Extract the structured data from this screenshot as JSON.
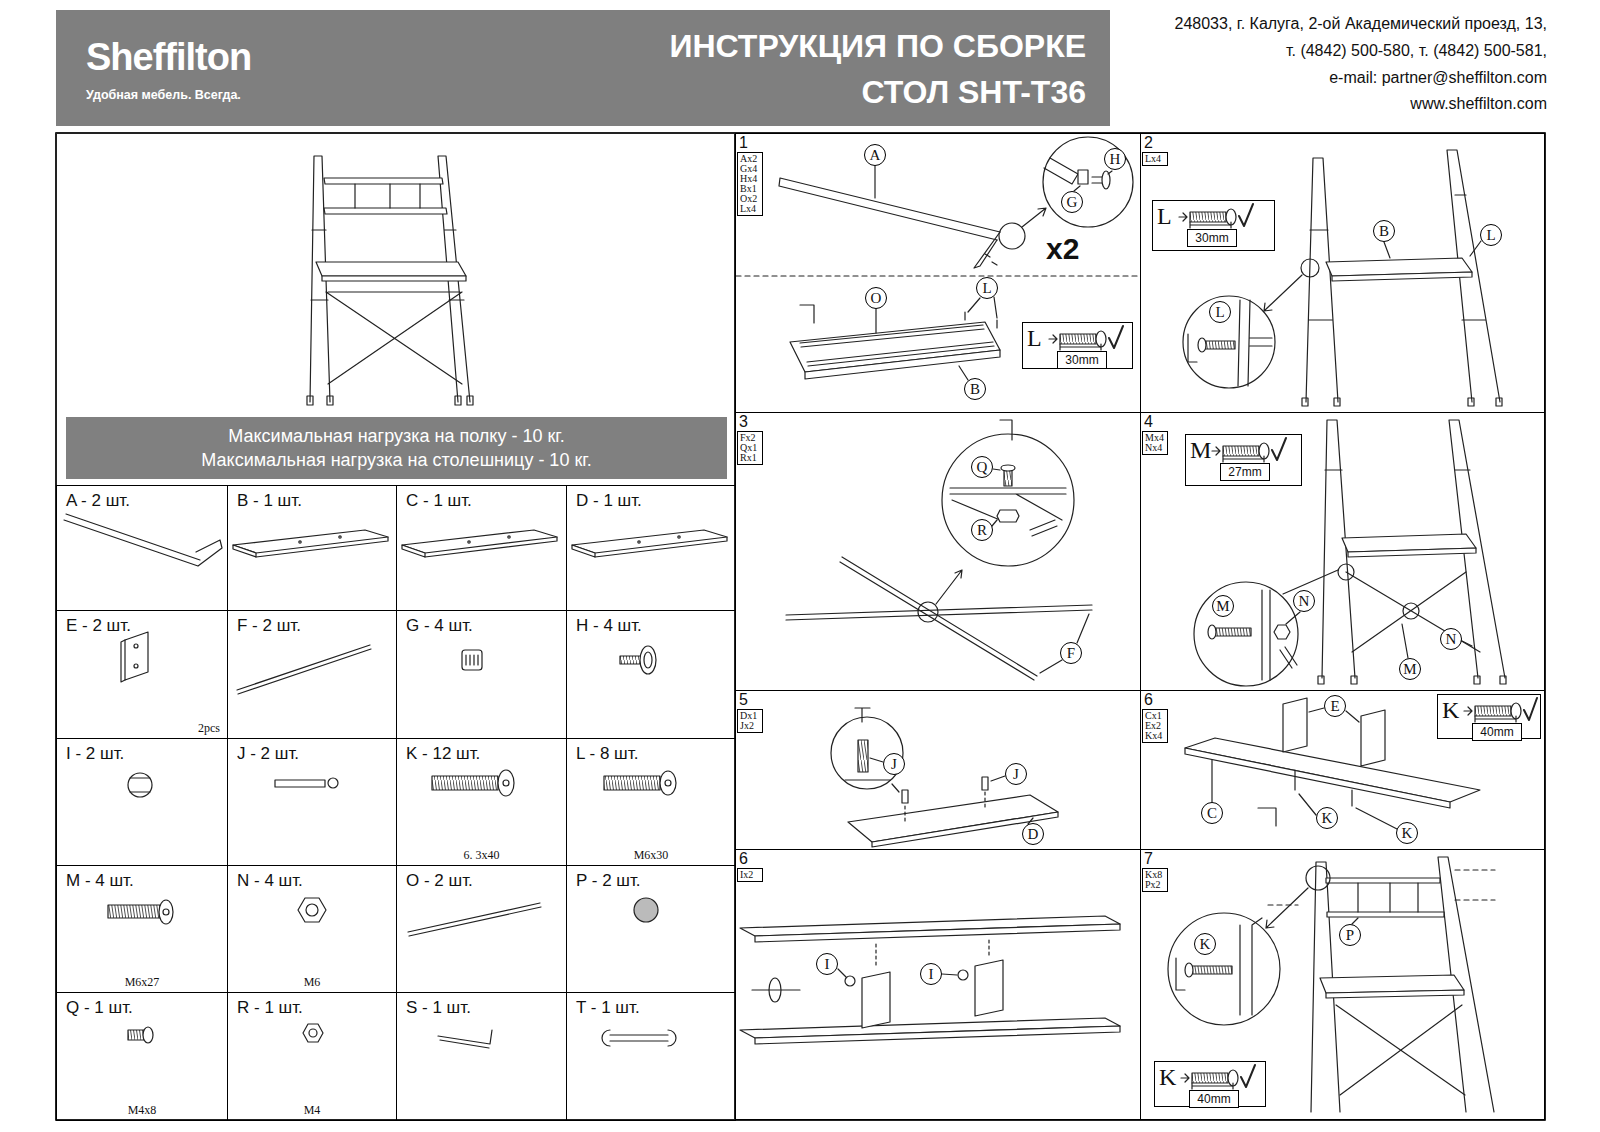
{
  "diagram": {
    "title": "ИНСТРУКЦИЯ ПО СБОРКЕ СТОЛ SHT-T36",
    "nodes": [
      {
        "text": [
          "Sheffilton",
          "Удобная мебель. Всегда."
        ]
      },
      {
        "text": [
          "Максимальная нагрузка на полку - 10 кг. Максимальная нагрузка на столешницу - 10 кг."
        ]
      },
      {
        "text": [
          "A - 2 шт."
        ]
      },
      {
        "text": [
          "B - 1 шт."
        ]
      },
      {
        "text": [
          "C - 1 шт."
        ]
      },
      {
        "text": [
          "D - 1 шт."
        ]
      },
      {
        "text": [
          "E - 2 шт.",
          "2pcs"
        ]
      },
      {
        "text": [
          "F - 2 шт."
        ]
      },
      {
        "text": [
          "G - 4 шт."
        ]
      },
      {
        "text": [
          "H - 4 шт."
        ]
      },
      {
        "text": [
          "I - 2 шт."
        ]
      },
      {
        "text": [
          "J - 2 шт."
        ]
      },
      {
        "text": [
          "K - 12 шт.",
          "6. 3x40"
        ]
      },
      {
        "text": [
          "L - 8 шт.",
          "M6x30"
        ]
      },
      {
        "text": [
          "M - 4 шт.",
          "M6x27"
        ]
      },
      {
        "text": [
          "N - 4 шт.",
          "M6"
        ]
      },
      {
        "text": [
          "O - 2 шт."
        ]
      },
      {
        "text": [
          "P - 2 шт."
        ]
      },
      {
        "text": [
          "Q - 1 шт.",
          "M4x8"
        ]
      },
      {
        "text": [
          "R - 1 шт.",
          "M4"
        ]
      },
      {
        "text": [
          "S - 1 шт."
        ]
      },
      {
        "text": [
          "T - 1 шт."
        ]
      },
      {
        "text": [
          "1",
          "Ax2 Gx4 Hx4 Bx1 Ox2 Lx4"
        ]
      },
      {
        "text": [
          "A"
        ],
        "in": 22
      },
      {
        "text": [
          "H"
        ],
        "in": 22
      },
      {
        "text": [
          "G"
        ],
        "in": 22
      },
      {
        "text": [
          "O"
        ],
        "in": 22
      },
      {
        "text": [
          "L"
        ],
        "in": 22
      },
      {
        "text": [
          "B"
        ],
        "in": 22
      },
      {
        "text": [
          "L",
          "30mm"
        ],
        "in": 22
      },
      {
        "text": [
          "2",
          "Lx4"
        ]
      },
      {
        "text": [
          "B"
        ],
        "in": 30
      },
      {
        "text": [
          "L"
        ],
        "in": 30
      },
      {
        "text": [
          "L"
        ],
        "in": 30
      },
      {
        "text": [
          "L",
          "30mm"
        ],
        "in": 30
      },
      {
        "text": [
          "3",
          "Fx2 Qx1 Rx1"
        ]
      },
      {
        "text": [
          "Q"
        ],
        "in": 35
      },
      {
        "text": [
          "R"
        ],
        "in": 35
      },
      {
        "text": [
          "F"
        ],
        "in": 35
      },
      {
        "text": [
          "4",
          "Mx4 Nx4"
        ]
      },
      {
        "text": [
          "M"
        ],
        "in": 39
      },
      {
        "text": [
          "N"
        ],
        "in": 39
      },
      {
        "text": [
          "N"
        ],
        "in": 39
      },
      {
        "text": [
          "M"
        ],
        "in": 39
      },
      {
        "text": [
          "M",
          "27mm"
        ],
        "in": 39
      },
      {
        "text": [
          "5",
          "Dx1 Jx2"
        ]
      },
      {
        "text": [
          "J"
        ],
        "in": 45
      },
      {
        "text": [
          "J"
        ],
        "in": 45
      },
      {
        "text": [
          "D"
        ],
        "in": 45
      },
      {
        "text": [
          "6",
          "Cx1 Ex2 Kx4"
        ]
      },
      {
        "text": [
          "E"
        ],
        "in": 49
      },
      {
        "text": [
          "C"
        ],
        "in": 49
      },
      {
        "text": [
          "K"
        ],
        "in": 49
      },
      {
        "text": [
          "K"
        ],
        "in": 49
      },
      {
        "text": [
          "K",
          "40mm"
        ],
        "in": 49
      },
      {
        "text": [
          "6",
          "Ix2"
        ]
      },
      {
        "text": [
          "I"
        ],
        "in": 55
      },
      {
        "text": [
          "I"
        ],
        "in": 55
      },
      {
        "text": [
          "7",
          "Kx8 Px2"
        ]
      },
      {
        "text": [
          "K"
        ],
        "in": 58
      },
      {
        "text": [
          "P"
        ],
        "in": 58
      },
      {
        "text": [
          "K",
          "40mm"
        ],
        "in": 58
      }
    ],
    "labels": [
      "248033, г. Калуга, 2-ой Академический проезд, 13,",
      "т. (4842) 500-580, т. (4842) 500-581,",
      "e-mail: partner@sheffilton.com",
      "www.sheffilton.com",
      "x2"
    ]
  }
}
